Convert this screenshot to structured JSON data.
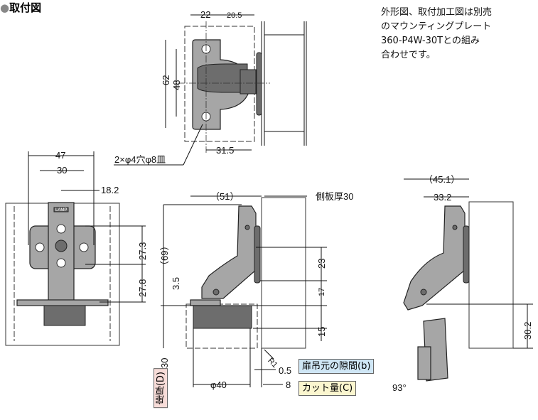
{
  "title": {
    "bullet": "●",
    "text": "取付図"
  },
  "note": {
    "lines": [
      "外形図、取付加工図は別売",
      "のマウンティングプレート",
      "360-P4W-30Tとの組み",
      "合わせです。"
    ]
  },
  "top_view": {
    "dim_22": "22",
    "dim_20_5": "20.5",
    "dim_62": "62",
    "dim_48": "48",
    "dim_31_5": "31.5",
    "hole_note": "2×φ4穴φ8皿"
  },
  "front_view": {
    "dim_47": "47",
    "dim_30": "30",
    "dim_18_2": "18.2",
    "dim_27_3": "27.3",
    "dim_27_8": "27.8",
    "logo": "LAMP"
  },
  "side_view": {
    "dim_51": "（51）",
    "side_panel": "側板厚30",
    "dim_69": "（69）",
    "dim_3_5": "3.5",
    "dim_23": "23",
    "dim_17": "17",
    "dim_15": "15",
    "dim_30": "30",
    "radius": "R1",
    "dim_0_5": "0.5",
    "dim_8": "8",
    "dim_phi40": "φ40"
  },
  "labels": {
    "gap_b": "扉吊元の隙間(b)",
    "cut_c": "カット量(C)",
    "door_d": "扉厚(D)"
  },
  "label_colors": {
    "gap_b": "#cfe6f5",
    "cut_c": "#fbf6cf",
    "door_d": "#f7dcd8"
  },
  "open_view": {
    "dim_45_1": "（45.1）",
    "dim_33_2": "33.2",
    "dim_30_2": "30.2",
    "angle": "93°"
  }
}
